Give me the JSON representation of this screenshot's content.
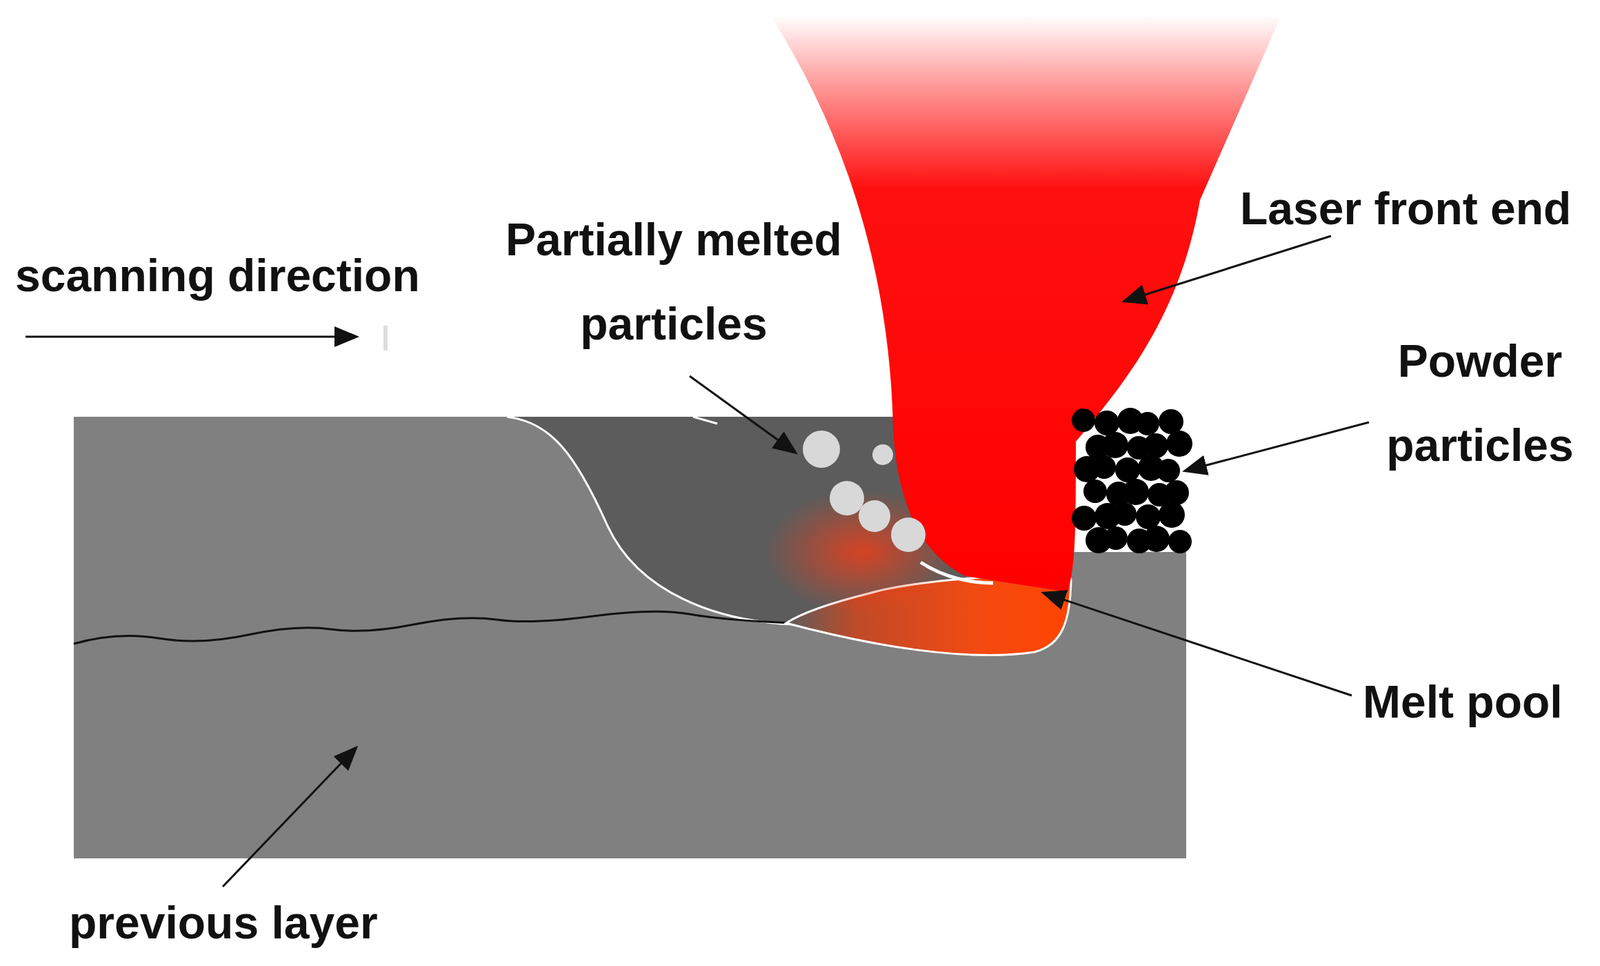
{
  "diagram": {
    "labels": [
      "Laser front end",
      "Partially melted particles",
      "scanning direction",
      "Powder particles",
      "Melt pool",
      "previous layer"
    ]
  }
}
